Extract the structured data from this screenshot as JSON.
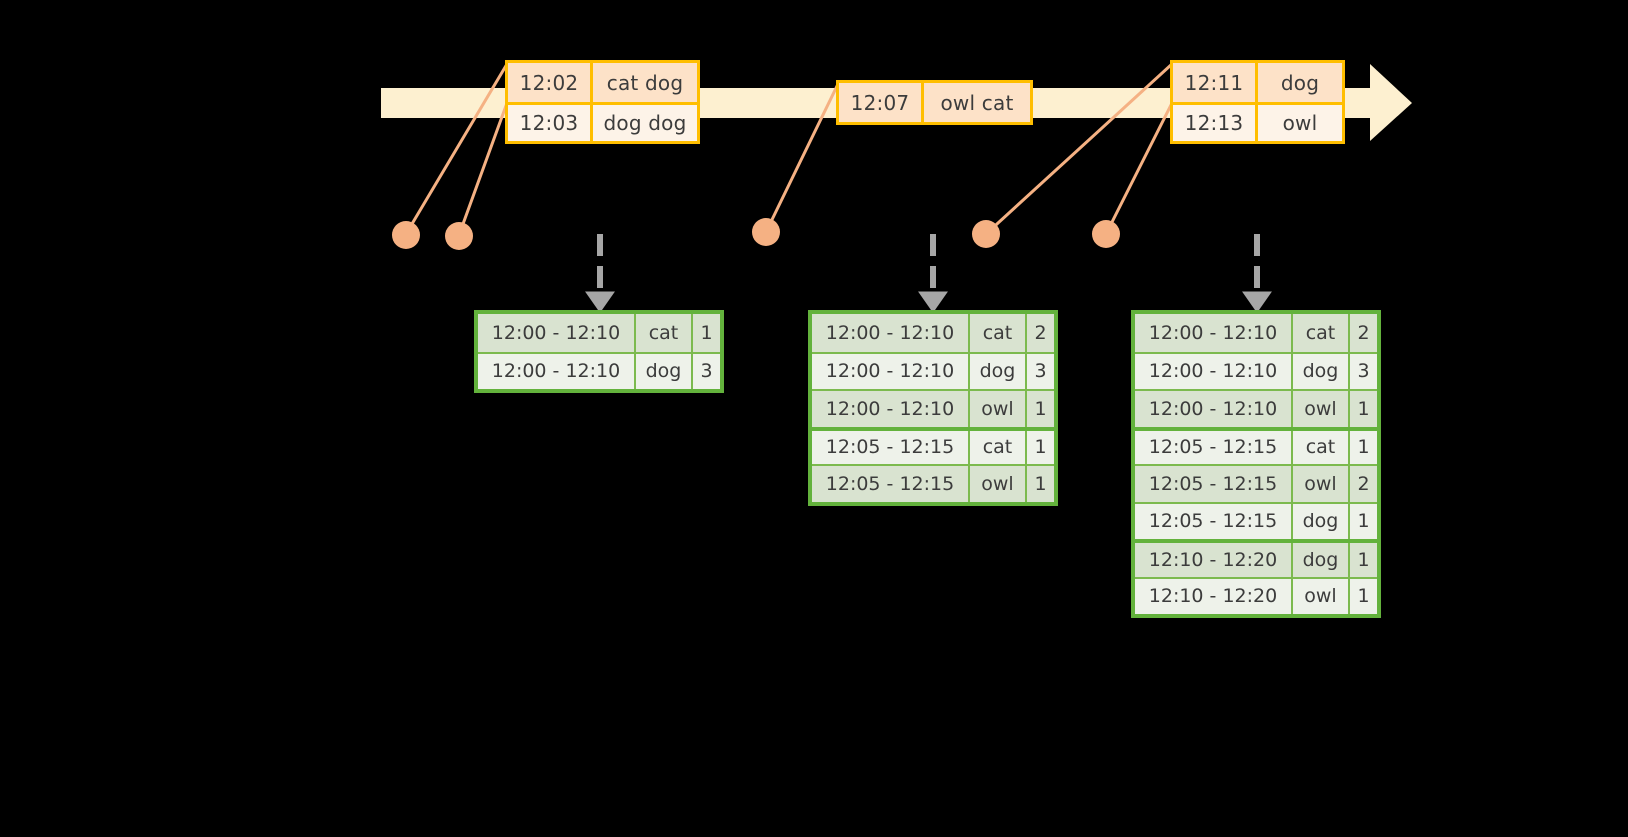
{
  "timeline": {
    "label": "event-time-axis",
    "band_color": "#fdf0d0",
    "arrow_color": "#fdf0d0",
    "border_color": "#ffbe00",
    "events": [
      {
        "id": "event-group-1",
        "rows": [
          {
            "time": "12:02",
            "words": "cat dog"
          },
          {
            "time": "12:03",
            "words": "dog dog"
          }
        ]
      },
      {
        "id": "event-group-2",
        "rows": [
          {
            "time": "12:07",
            "words": "owl cat"
          }
        ]
      },
      {
        "id": "event-group-3",
        "rows": [
          {
            "time": "12:11",
            "words": "dog"
          },
          {
            "time": "12:13",
            "words": "owl"
          }
        ]
      }
    ]
  },
  "markers": {
    "dot_color": "#f5b183",
    "line_color": "#f5b183",
    "count": 5
  },
  "results": [
    {
      "id": "result-table-1",
      "rows": [
        {
          "window": "12:00 - 12:10",
          "key": "cat",
          "count": "1",
          "group": 0
        },
        {
          "window": "12:00 - 12:10",
          "key": "dog",
          "count": "3",
          "group": 0
        }
      ]
    },
    {
      "id": "result-table-2",
      "rows": [
        {
          "window": "12:00 - 12:10",
          "key": "cat",
          "count": "2",
          "group": 0
        },
        {
          "window": "12:00 - 12:10",
          "key": "dog",
          "count": "3",
          "group": 0
        },
        {
          "window": "12:00 - 12:10",
          "key": "owl",
          "count": "1",
          "group": 0
        },
        {
          "window": "12:05 - 12:15",
          "key": "cat",
          "count": "1",
          "group": 1
        },
        {
          "window": "12:05 - 12:15",
          "key": "owl",
          "count": "1",
          "group": 1
        }
      ]
    },
    {
      "id": "result-table-3",
      "rows": [
        {
          "window": "12:00 - 12:10",
          "key": "cat",
          "count": "2",
          "group": 0
        },
        {
          "window": "12:00 - 12:10",
          "key": "dog",
          "count": "3",
          "group": 0
        },
        {
          "window": "12:00 - 12:10",
          "key": "owl",
          "count": "1",
          "group": 0
        },
        {
          "window": "12:05 - 12:15",
          "key": "cat",
          "count": "1",
          "group": 1
        },
        {
          "window": "12:05 - 12:15",
          "key": "owl",
          "count": "2",
          "group": 1
        },
        {
          "window": "12:05 - 12:15",
          "key": "dog",
          "count": "1",
          "group": 1
        },
        {
          "window": "12:10 - 12:20",
          "key": "dog",
          "count": "1",
          "group": 2
        },
        {
          "window": "12:10 - 12:20",
          "key": "owl",
          "count": "1",
          "group": 2
        }
      ]
    }
  ],
  "flow_arrows": {
    "color": "#a6a6a6",
    "style": "dashed",
    "count": 3
  },
  "colors": {
    "background": "#000000",
    "event_border": "#ffbe00",
    "event_fill_dark": "#fde2c8",
    "event_fill_light": "#fdf3e8",
    "timeline_band": "#fdf0d0",
    "result_border": "#63b23c",
    "result_fill_dark": "#d9e3d0",
    "result_fill_light": "#eef2ea",
    "marker": "#f5b183",
    "arrow_gray": "#a6a6a6",
    "text": "#3c3c3c"
  }
}
